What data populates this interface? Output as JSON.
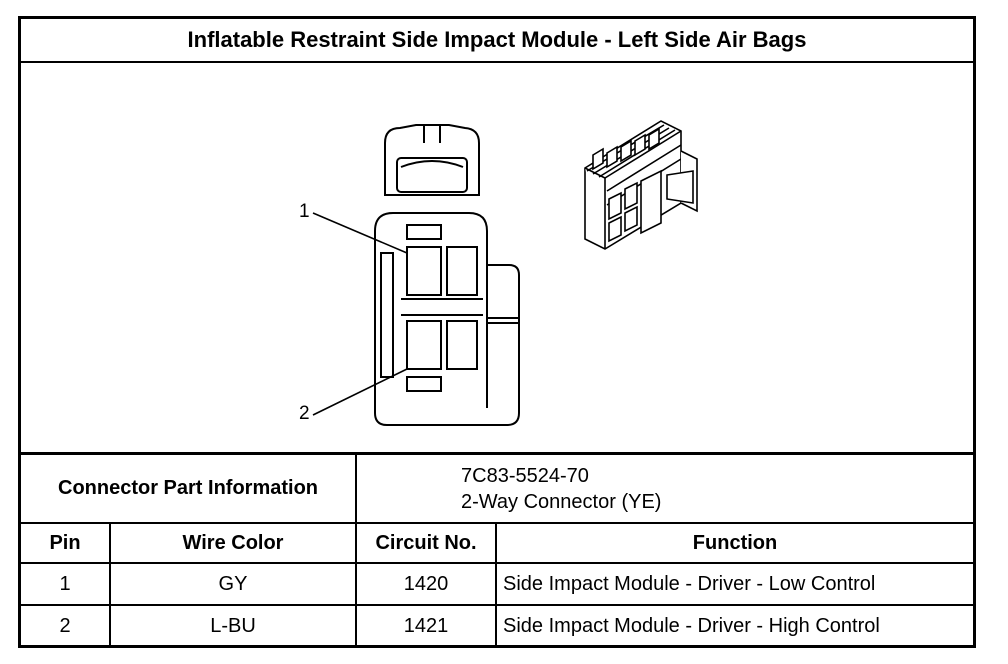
{
  "title": "Inflatable Restraint Side Impact Module - Left Side Air Bags",
  "figure": {
    "callouts": [
      "1",
      "2"
    ]
  },
  "connector": {
    "label": "Connector Part Information",
    "part_number": "7C83-5524-70",
    "description": "2-Way Connector (YE)"
  },
  "table": {
    "headers": [
      "Pin",
      "Wire Color",
      "Circuit No.",
      "Function"
    ],
    "rows": [
      {
        "pin": "1",
        "wire_color": "GY",
        "circuit": "1420",
        "function": "Side Impact Module - Driver - Low Control"
      },
      {
        "pin": "2",
        "wire_color": "L-BU",
        "circuit": "1421",
        "function": "Side Impact Module - Driver - High Control"
      }
    ]
  }
}
